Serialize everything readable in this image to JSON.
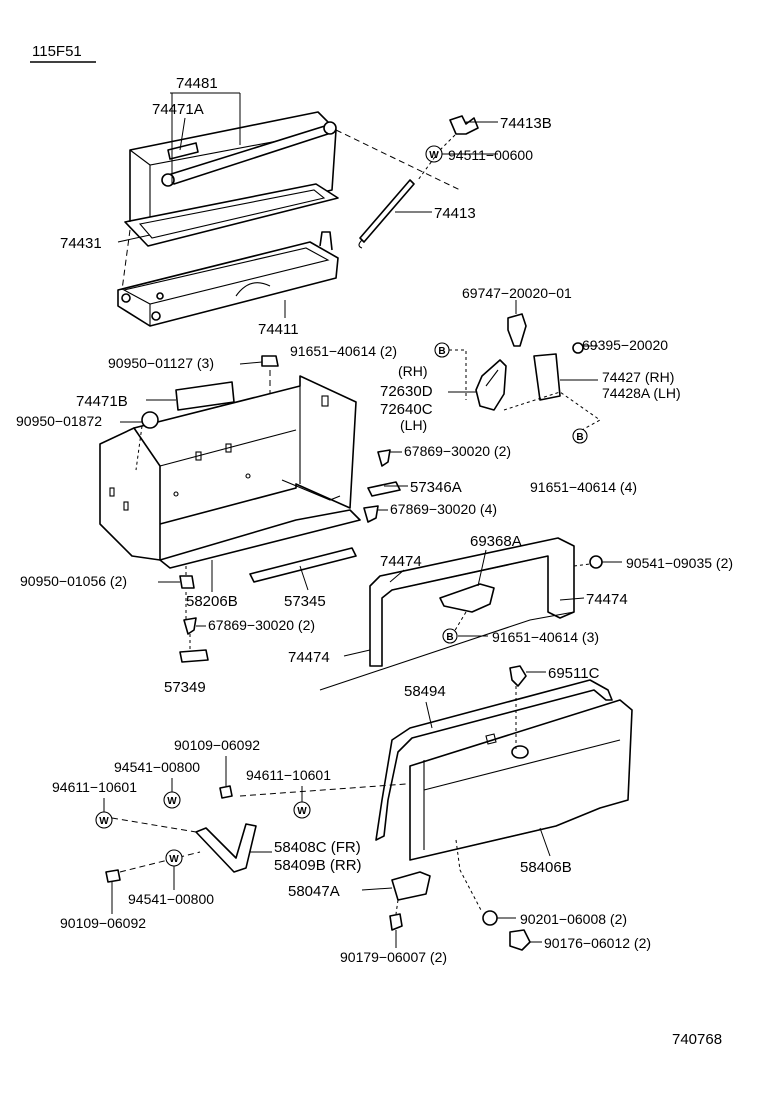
{
  "diagram_id": "115F51",
  "figure_number": "740768",
  "labels": {
    "l74481": "74481",
    "l74471A": "74471A",
    "l74413B": "74413B",
    "l94511_00600": "94511−00600",
    "l74413": "74413",
    "l74431": "74431",
    "l74411": "74411",
    "l69747": "69747−20020−01",
    "l90950_01127": "90950−01127 (3)",
    "l91651_a": "91651−40614 (2)",
    "l69395": "69395−20020",
    "l_rh1": "(RH)",
    "l72630D": "72630D",
    "l72640C": "72640C",
    "l_lh1": "(LH)",
    "l74427": "74427  (RH)",
    "l74428A": "74428A (LH)",
    "l74471B": "74471B",
    "l90950_01872": "90950−01872",
    "l67869_a": "67869−30020 (2)",
    "l57346A": "57346A",
    "l91651_b": "91651−40614 (4)",
    "l67869_b": "67869−30020 (4)",
    "l69368A": "69368A",
    "l74474_a": "74474",
    "l90541": "90541−09035 (2)",
    "l74474_b": "74474",
    "l90950_01056": "90950−01056 (2)",
    "l58206B": "58206B",
    "l57345": "57345",
    "l67869_c": "67869−30020 (2)",
    "l91651_c": "91651−40614 (3)",
    "l74474_c": "74474",
    "l57349": "57349",
    "l69511C": "69511C",
    "l58494": "58494",
    "l90109_a": "90109−06092",
    "l94541_a": "94541−00800",
    "l94611_a": "94611−10601",
    "l94611_b": "94611−10601",
    "l58408C": "58408C (FR)",
    "l58409B": "58409B (RR)",
    "l58406B": "58406B",
    "l58047A": "58047A",
    "l94541_b": "94541−00800",
    "l90201": "90201−06008 (2)",
    "l90109_b": "90109−06092",
    "l90176": "90176−06012 (2)",
    "l90179": "90179−06007 (2)"
  },
  "badges": {
    "w": "W",
    "b": "B"
  }
}
